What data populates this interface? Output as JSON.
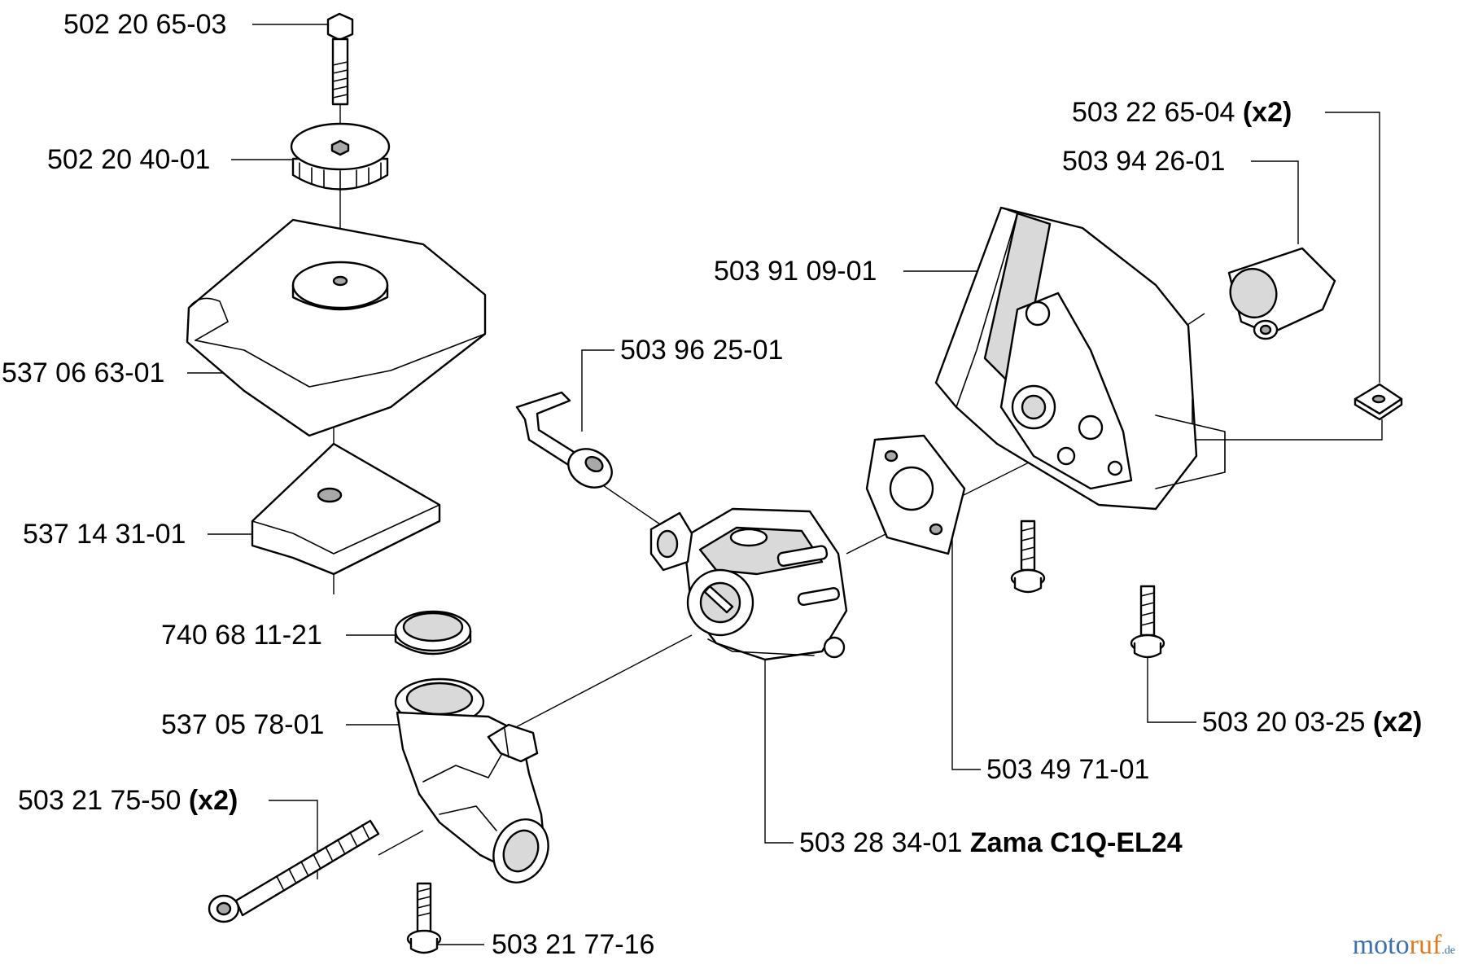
{
  "parts": [
    {
      "id": "bolt_top",
      "number": "502 20 65-03"
    },
    {
      "id": "knob",
      "number": "502 20 40-01"
    },
    {
      "id": "air_filter_cover",
      "number": "537 06 63-01"
    },
    {
      "id": "air_filter",
      "number": "537 14 31-01"
    },
    {
      "id": "seal_ring",
      "number": "740 68 11-21"
    },
    {
      "id": "intake_elbow",
      "number": "537 05 78-01"
    },
    {
      "id": "long_bolt",
      "number": "503 21 75-50",
      "qty": "(x2)"
    },
    {
      "id": "small_screw",
      "number": "503 21 77-16"
    },
    {
      "id": "lever",
      "number": "503 96 25-01"
    },
    {
      "id": "carburetor",
      "number": "503 28 34-01",
      "note": "Zama C1Q-EL24"
    },
    {
      "id": "gasket",
      "number": "503 49 71-01"
    },
    {
      "id": "heat_shield",
      "number": "503 91 09-01"
    },
    {
      "id": "sleeve",
      "number": "503 94 26-01"
    },
    {
      "id": "square_nut",
      "number": "503 22 65-04",
      "qty": "(x2)"
    },
    {
      "id": "screws_right",
      "number": "503 20 03-25",
      "qty": "(x2)"
    }
  ],
  "watermark": {
    "part1": "moto",
    "part2": "ruf",
    "suffix": ".de"
  }
}
